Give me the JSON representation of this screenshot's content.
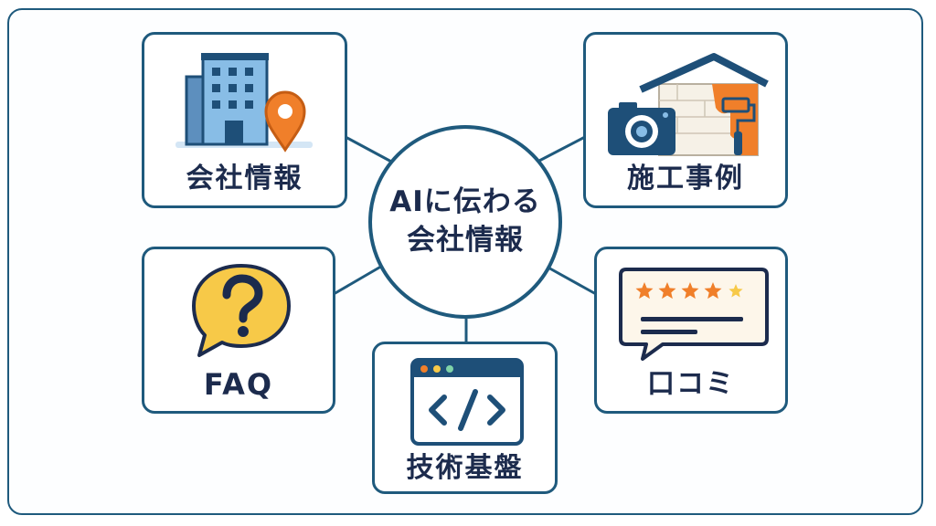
{
  "hub": {
    "line1": "AIに伝わる",
    "line2": "会社情報"
  },
  "nodes": {
    "company_info": {
      "label": "会社情報"
    },
    "case_studies": {
      "label": "施工事例"
    },
    "faq": {
      "label": "FAQ"
    },
    "reviews": {
      "label": "口コミ"
    },
    "tech_base": {
      "label": "技術基盤"
    }
  },
  "review_rating": {
    "filled": 4,
    "total": 5
  },
  "colors": {
    "border": "#1f5a7d",
    "text": "#1c2b4d",
    "accent_orange": "#f07f2a",
    "faq_yellow": "#f7c948",
    "building_blue": "#6fa9d6",
    "window_navy": "#1e4f78"
  }
}
